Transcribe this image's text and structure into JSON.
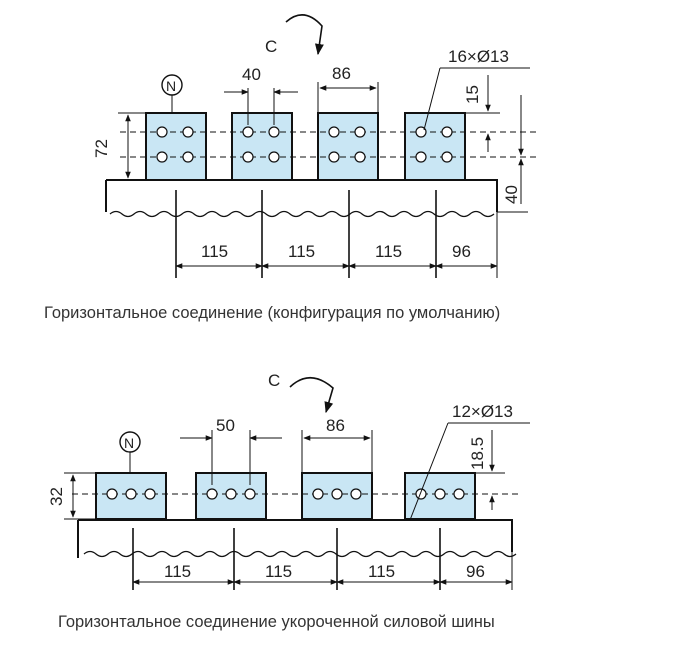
{
  "diagram_top": {
    "rotation_label": "C",
    "neutral_label": "N",
    "dim_spacing": "40",
    "dim_width": "86",
    "dim_holes": "16×Ø13",
    "dim_height": "72",
    "dim_offset": "15",
    "dim_base": "40",
    "pitch_1": "115",
    "pitch_2": "115",
    "pitch_3": "115",
    "pitch_4": "96",
    "caption": "Горизонтальное соединение (конфигурация по умолчанию)"
  },
  "diagram_bottom": {
    "rotation_label": "C",
    "neutral_label": "N",
    "dim_spacing": "50",
    "dim_width": "86",
    "dim_holes": "12×Ø13",
    "dim_height": "32",
    "dim_offset": "18.5",
    "pitch_1": "115",
    "pitch_2": "115",
    "pitch_3": "115",
    "pitch_4": "96",
    "caption": "Горизонтальное соединение укороченной силовой шины"
  },
  "colors": {
    "bar_fill": "#c9e6f4",
    "line": "#111111"
  }
}
